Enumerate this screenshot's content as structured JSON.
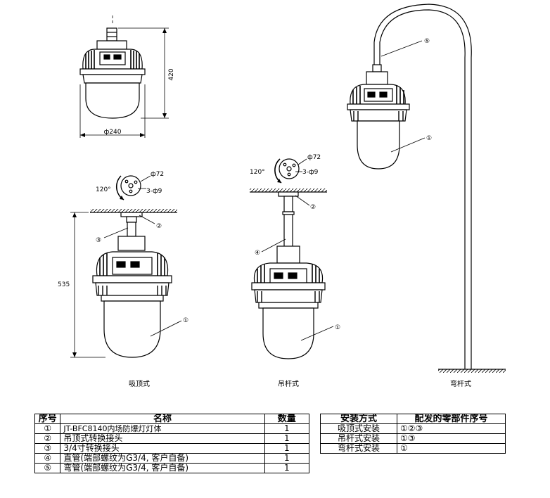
{
  "dimensions": {
    "height_420": "420",
    "diameter_240": "ф240",
    "height_535": "535",
    "phi72": "ф72",
    "holes": "3-ф9",
    "angle": "120°"
  },
  "callouts": {
    "c1": "①",
    "c2": "②",
    "c3": "③",
    "c4": "④",
    "c5": "⑤"
  },
  "captions": {
    "ceiling": "吸顶式",
    "pendant": "吊杆式",
    "bent_pole": "弯杆式"
  },
  "parts_table": {
    "headers": [
      "序号",
      "名称",
      "数量"
    ],
    "rows": [
      {
        "no": "①",
        "name": "JT-BFC8140内场防爆灯灯体",
        "qty": "1"
      },
      {
        "no": "②",
        "name": "吊顶式转换接头",
        "qty": "1"
      },
      {
        "no": "③",
        "name": "3/4寸转换接头",
        "qty": "1"
      },
      {
        "no": "④",
        "name": "直管(端部螺纹为G3/4, 客户自备)",
        "qty": "1"
      },
      {
        "no": "⑤",
        "name": "弯管(端部螺纹为G3/4, 客户自备)",
        "qty": "1"
      }
    ]
  },
  "mount_table": {
    "headers": [
      "安装方式",
      "配发的零部件序号"
    ],
    "rows": [
      {
        "method": "吸顶式安装",
        "parts": "①②③"
      },
      {
        "method": "吊杆式安装",
        "parts": "①③"
      },
      {
        "method": "弯杆式安装",
        "parts": "①"
      }
    ]
  }
}
